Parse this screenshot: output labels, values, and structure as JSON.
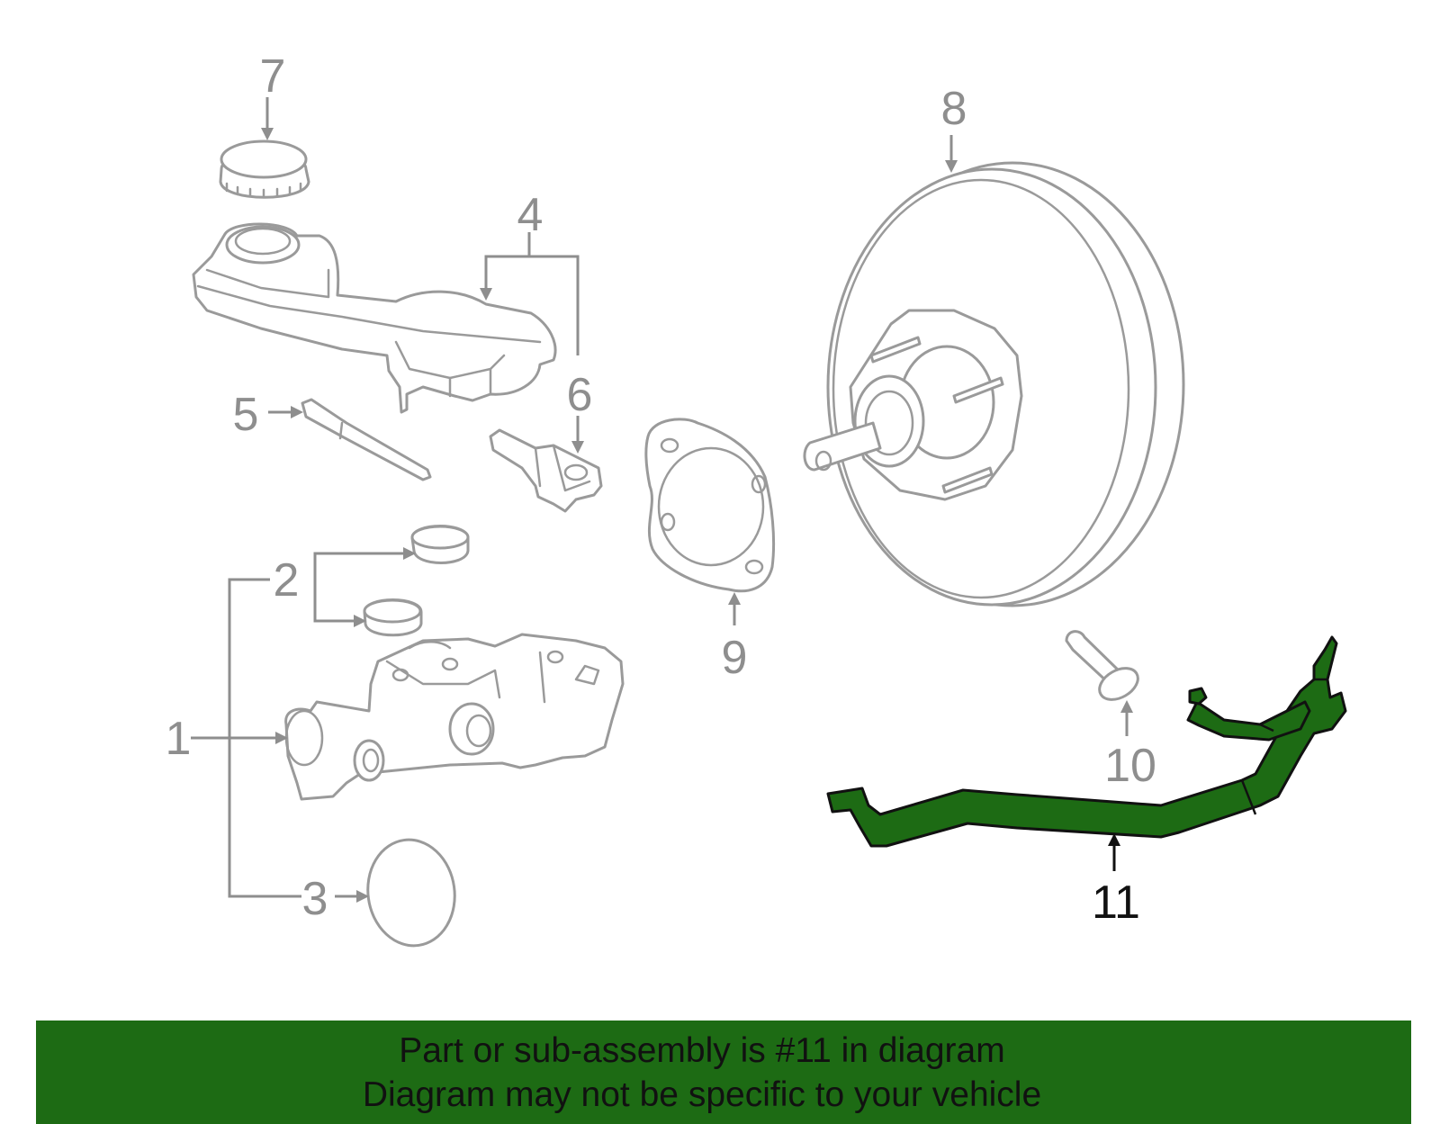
{
  "diagram": {
    "callouts": [
      {
        "id": "1",
        "label": "1"
      },
      {
        "id": "2",
        "label": "2"
      },
      {
        "id": "3",
        "label": "3"
      },
      {
        "id": "4",
        "label": "4"
      },
      {
        "id": "5",
        "label": "5"
      },
      {
        "id": "6",
        "label": "6"
      },
      {
        "id": "7",
        "label": "7"
      },
      {
        "id": "8",
        "label": "8"
      },
      {
        "id": "9",
        "label": "9"
      },
      {
        "id": "10",
        "label": "10"
      },
      {
        "id": "11",
        "label": "11"
      }
    ],
    "highlighted_part": "11",
    "highlight_color": "#1d6b14",
    "line_color": "#9a9a9a"
  },
  "banner": {
    "line1": "Part or sub-assembly is #11 in diagram",
    "line2": "Diagram may not be specific to your vehicle",
    "background": "#1d6b14"
  }
}
